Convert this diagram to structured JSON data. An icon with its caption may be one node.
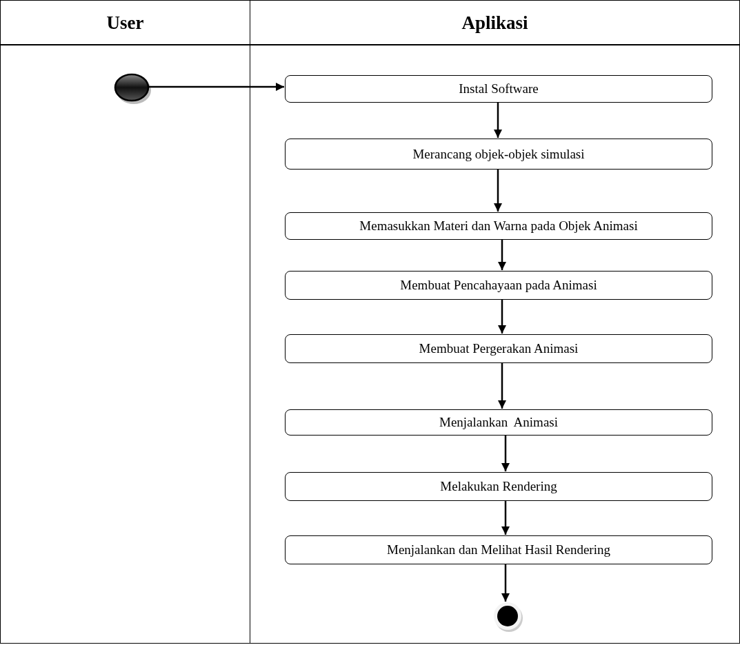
{
  "diagram": {
    "nodes": [
      {
        "text": [
          "User"
        ]
      },
      {
        "text": [
          "Aplikasi"
        ]
      },
      {
        "text": [],
        "shape": "circle",
        "in": 0
      },
      {
        "text": [
          "Instal Software"
        ],
        "in": 1
      },
      {
        "text": [
          "Merancang objek-objek simulasi"
        ],
        "in": 1
      },
      {
        "text": [
          "Memasukkan Materi dan Warna pada Objek Animasi"
        ],
        "in": 1
      },
      {
        "text": [
          "Membuat Pencahayaan pada Animasi"
        ],
        "in": 1
      },
      {
        "text": [
          "Membuat Pergerakan Animasi"
        ],
        "in": 1
      },
      {
        "text": [
          "Menjalankan  Animasi"
        ],
        "in": 1
      },
      {
        "text": [
          "Melakukan Rendering"
        ],
        "in": 1
      },
      {
        "text": [
          "Menjalankan dan Melihat Hasil Rendering"
        ],
        "in": 1
      },
      {
        "text": [],
        "shape": "circle",
        "in": 1
      }
    ],
    "edges": [
      {
        "from": 2,
        "to": 3,
        "arrow": "to"
      },
      {
        "from": 3,
        "to": 4,
        "arrow": "to"
      },
      {
        "from": 4,
        "to": 5,
        "arrow": "to"
      },
      {
        "from": 5,
        "to": 6,
        "arrow": "to"
      },
      {
        "from": 6,
        "to": 7,
        "arrow": "to"
      },
      {
        "from": 7,
        "to": 8,
        "arrow": "to"
      },
      {
        "from": 8,
        "to": 9,
        "arrow": "to"
      },
      {
        "from": 9,
        "to": 10,
        "arrow": "to"
      },
      {
        "from": 10,
        "to": 11,
        "arrow": "to"
      }
    ]
  }
}
